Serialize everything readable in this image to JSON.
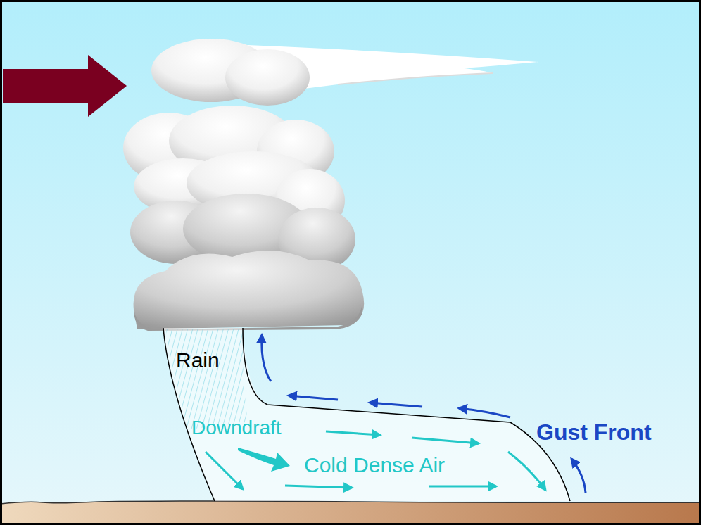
{
  "diagram": {
    "labels": [
      "Rain",
      "Downdraft",
      "Cold Dense Air",
      "Gust Front"
    ]
  }
}
